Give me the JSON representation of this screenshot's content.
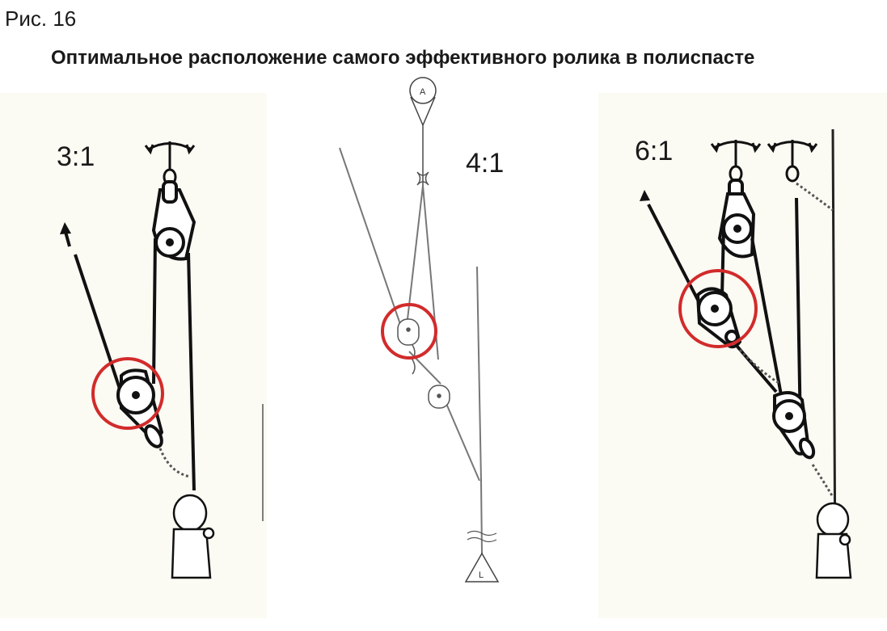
{
  "figure_label": "Рис. 16",
  "title": "Оптимальное расположение самого эффективного ролика в полиспасте",
  "panels": [
    {
      "ratio": "3:1"
    },
    {
      "ratio": "4:1",
      "anchor_letter": "A",
      "load_letter": "L"
    },
    {
      "ratio": "6:1"
    }
  ],
  "colors": {
    "highlight_circle": "#d22b2b",
    "rope": "#111111",
    "thin_rope": "#888888",
    "background": "#fbfaf3"
  }
}
